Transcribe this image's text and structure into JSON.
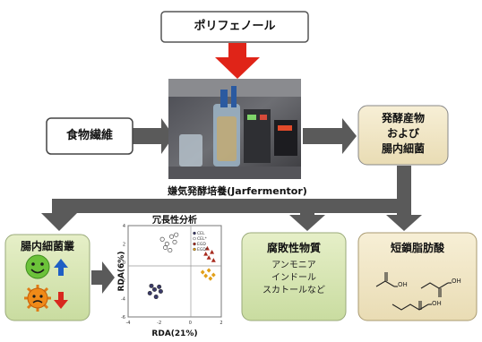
{
  "polyphenol": "ポリフェノール",
  "fiber": "食物繊維",
  "fermentation_caption": "嫌気発酵培養(Jarfermentor)",
  "products": [
    "発酵産物",
    "および",
    "腸内細菌"
  ],
  "microbiota": {
    "title": "腸内細菌叢"
  },
  "rda": {
    "title": "冗長性分析",
    "xlabel": "RDA(21%)",
    "ylabel": "RDA(6%)",
    "legend": [
      "CEL",
      "CEL*",
      "EGD",
      "EGD*"
    ]
  },
  "putrefactive": {
    "title": "腐敗性物質",
    "items": [
      "アンモニア",
      "インドール",
      "スカトールなど"
    ]
  },
  "scfa": {
    "title": "短鎖脂肪酸",
    "labels": [
      "OH",
      "OH",
      "OH"
    ]
  },
  "chart_data": {
    "type": "scatter",
    "title": "冗長性分析",
    "xlabel": "RDA(21%)",
    "ylabel": "RDA(6%)",
    "xlim": [
      -4,
      2
    ],
    "ylim": [
      -6,
      4
    ],
    "xticks": [
      "-4",
      "-2",
      "0",
      "2"
    ],
    "yticks": [
      "4",
      "2",
      "0",
      "-2",
      "-4",
      "-6"
    ],
    "series": [
      {
        "name": "CEL",
        "color": "#3a3a6a",
        "marker": "circle",
        "points": [
          [
            -2.3,
            -3.0
          ],
          [
            -2.0,
            -2.7
          ],
          [
            -2.6,
            -3.4
          ],
          [
            -2.2,
            -3.8
          ],
          [
            -1.9,
            -3.2
          ],
          [
            -2.5,
            -2.6
          ]
        ]
      },
      {
        "name": "CEL*",
        "color": "#ffffff",
        "marker": "circle-open",
        "points": [
          [
            -1.8,
            2.5
          ],
          [
            -1.5,
            2.0
          ],
          [
            -1.2,
            2.8
          ],
          [
            -1.0,
            2.2
          ],
          [
            -1.6,
            1.6
          ],
          [
            -0.9,
            3.0
          ],
          [
            -1.3,
            1.3
          ]
        ]
      },
      {
        "name": "EGD",
        "color": "#a82a1e",
        "marker": "triangle",
        "points": [
          [
            1.2,
            0.5
          ],
          [
            1.4,
            1.1
          ],
          [
            1.0,
            0.9
          ],
          [
            1.5,
            0.2
          ],
          [
            1.1,
            1.5
          ]
        ]
      },
      {
        "name": "EGD*",
        "color": "#e2a01a",
        "marker": "diamond",
        "points": [
          [
            1.0,
            -1.5
          ],
          [
            1.3,
            -1.8
          ],
          [
            0.8,
            -1.1
          ],
          [
            1.2,
            -0.9
          ],
          [
            1.5,
            -1.4
          ]
        ]
      }
    ]
  }
}
